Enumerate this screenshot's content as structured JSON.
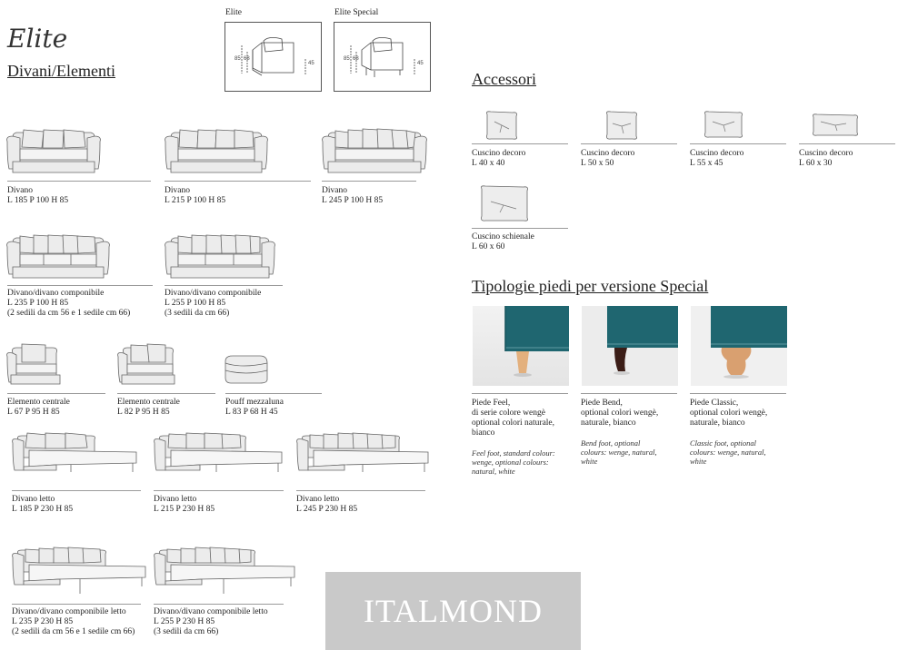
{
  "brand": "Elite",
  "section_divani": "Divani/Elementi",
  "diagrams": {
    "elite_label": "Elite",
    "special_label": "Elite Special"
  },
  "sofas": [
    {
      "name": "Divano",
      "dims": "L 185 P 100 H 85"
    },
    {
      "name": "Divano",
      "dims": "L 215 P 100 H 85"
    },
    {
      "name": "Divano",
      "dims": "L 245 P 100 H 85"
    }
  ],
  "modular": [
    {
      "name": "Divano/divano componibile",
      "dims": "L 235 P 100 H 85",
      "note": "(2 sedili da cm 56 e 1 sedile cm 66)"
    },
    {
      "name": "Divano/divano componibile",
      "dims": "L 255 P 100 H 85",
      "note": "(3 sedili da cm 66)"
    }
  ],
  "elements": [
    {
      "name": "Elemento centrale",
      "dims": "L 67 P 95 H 85"
    },
    {
      "name": "Elemento centrale",
      "dims": "L 82 P 95 H 85"
    },
    {
      "name": "Pouff mezzaluna",
      "dims": "L 83 P 68 H 45"
    }
  ],
  "beds": [
    {
      "name": "Divano letto",
      "dims": "L 185 P 230 H 85"
    },
    {
      "name": "Divano letto",
      "dims": "L 215 P 230 H 85"
    },
    {
      "name": "Divano letto",
      "dims": "L 245 P 230 H 85"
    }
  ],
  "bed_modular": [
    {
      "name": "Divano/divano componibile letto",
      "dims": "L 235 P 230 H 85",
      "note": "(2 sedili da cm 56 e 1 sedile cm 66)"
    },
    {
      "name": "Divano/divano componibile letto",
      "dims": "L 255 P 230 H 85",
      "note": "(3 sedili da cm 66)"
    }
  ],
  "accessori": {
    "title": "Accessori",
    "items": [
      {
        "name": "Cuscino decoro",
        "dims": "L 40 x 40"
      },
      {
        "name": "Cuscino decoro",
        "dims": "L 50 x 50"
      },
      {
        "name": "Cuscino decoro",
        "dims": "L 55 x 45"
      },
      {
        "name": "Cuscino decoro",
        "dims": "L 60 x 30"
      },
      {
        "name": "Cuscino schienale",
        "dims": "L 60 x 60"
      }
    ]
  },
  "feet": {
    "title": "Tipologie piedi per versione Special",
    "items": [
      {
        "it": "Piede Feel,\ndi serie colore wengè\noptional colori naturale,\nbianco",
        "en": "Feel foot, standard colour:\nwenge, optional colours:\nnatural, white",
        "leg_color": "#e3b07d"
      },
      {
        "it": "Piede Bend,\noptional colori wengè,\nnaturale, bianco",
        "en": "Bend foot, optional\ncolours: wenge, natural,\nwhite",
        "leg_color": "#3b1d17"
      },
      {
        "it": "Piede Classic,\noptional colori wengè,\nnaturale, bianco",
        "en": "Classic foot, optional\ncolours: wenge, natural,\nwhite",
        "leg_color": "#d9a070"
      }
    ],
    "fabric_color": "#1f6670"
  },
  "watermark": "ITALMOND"
}
